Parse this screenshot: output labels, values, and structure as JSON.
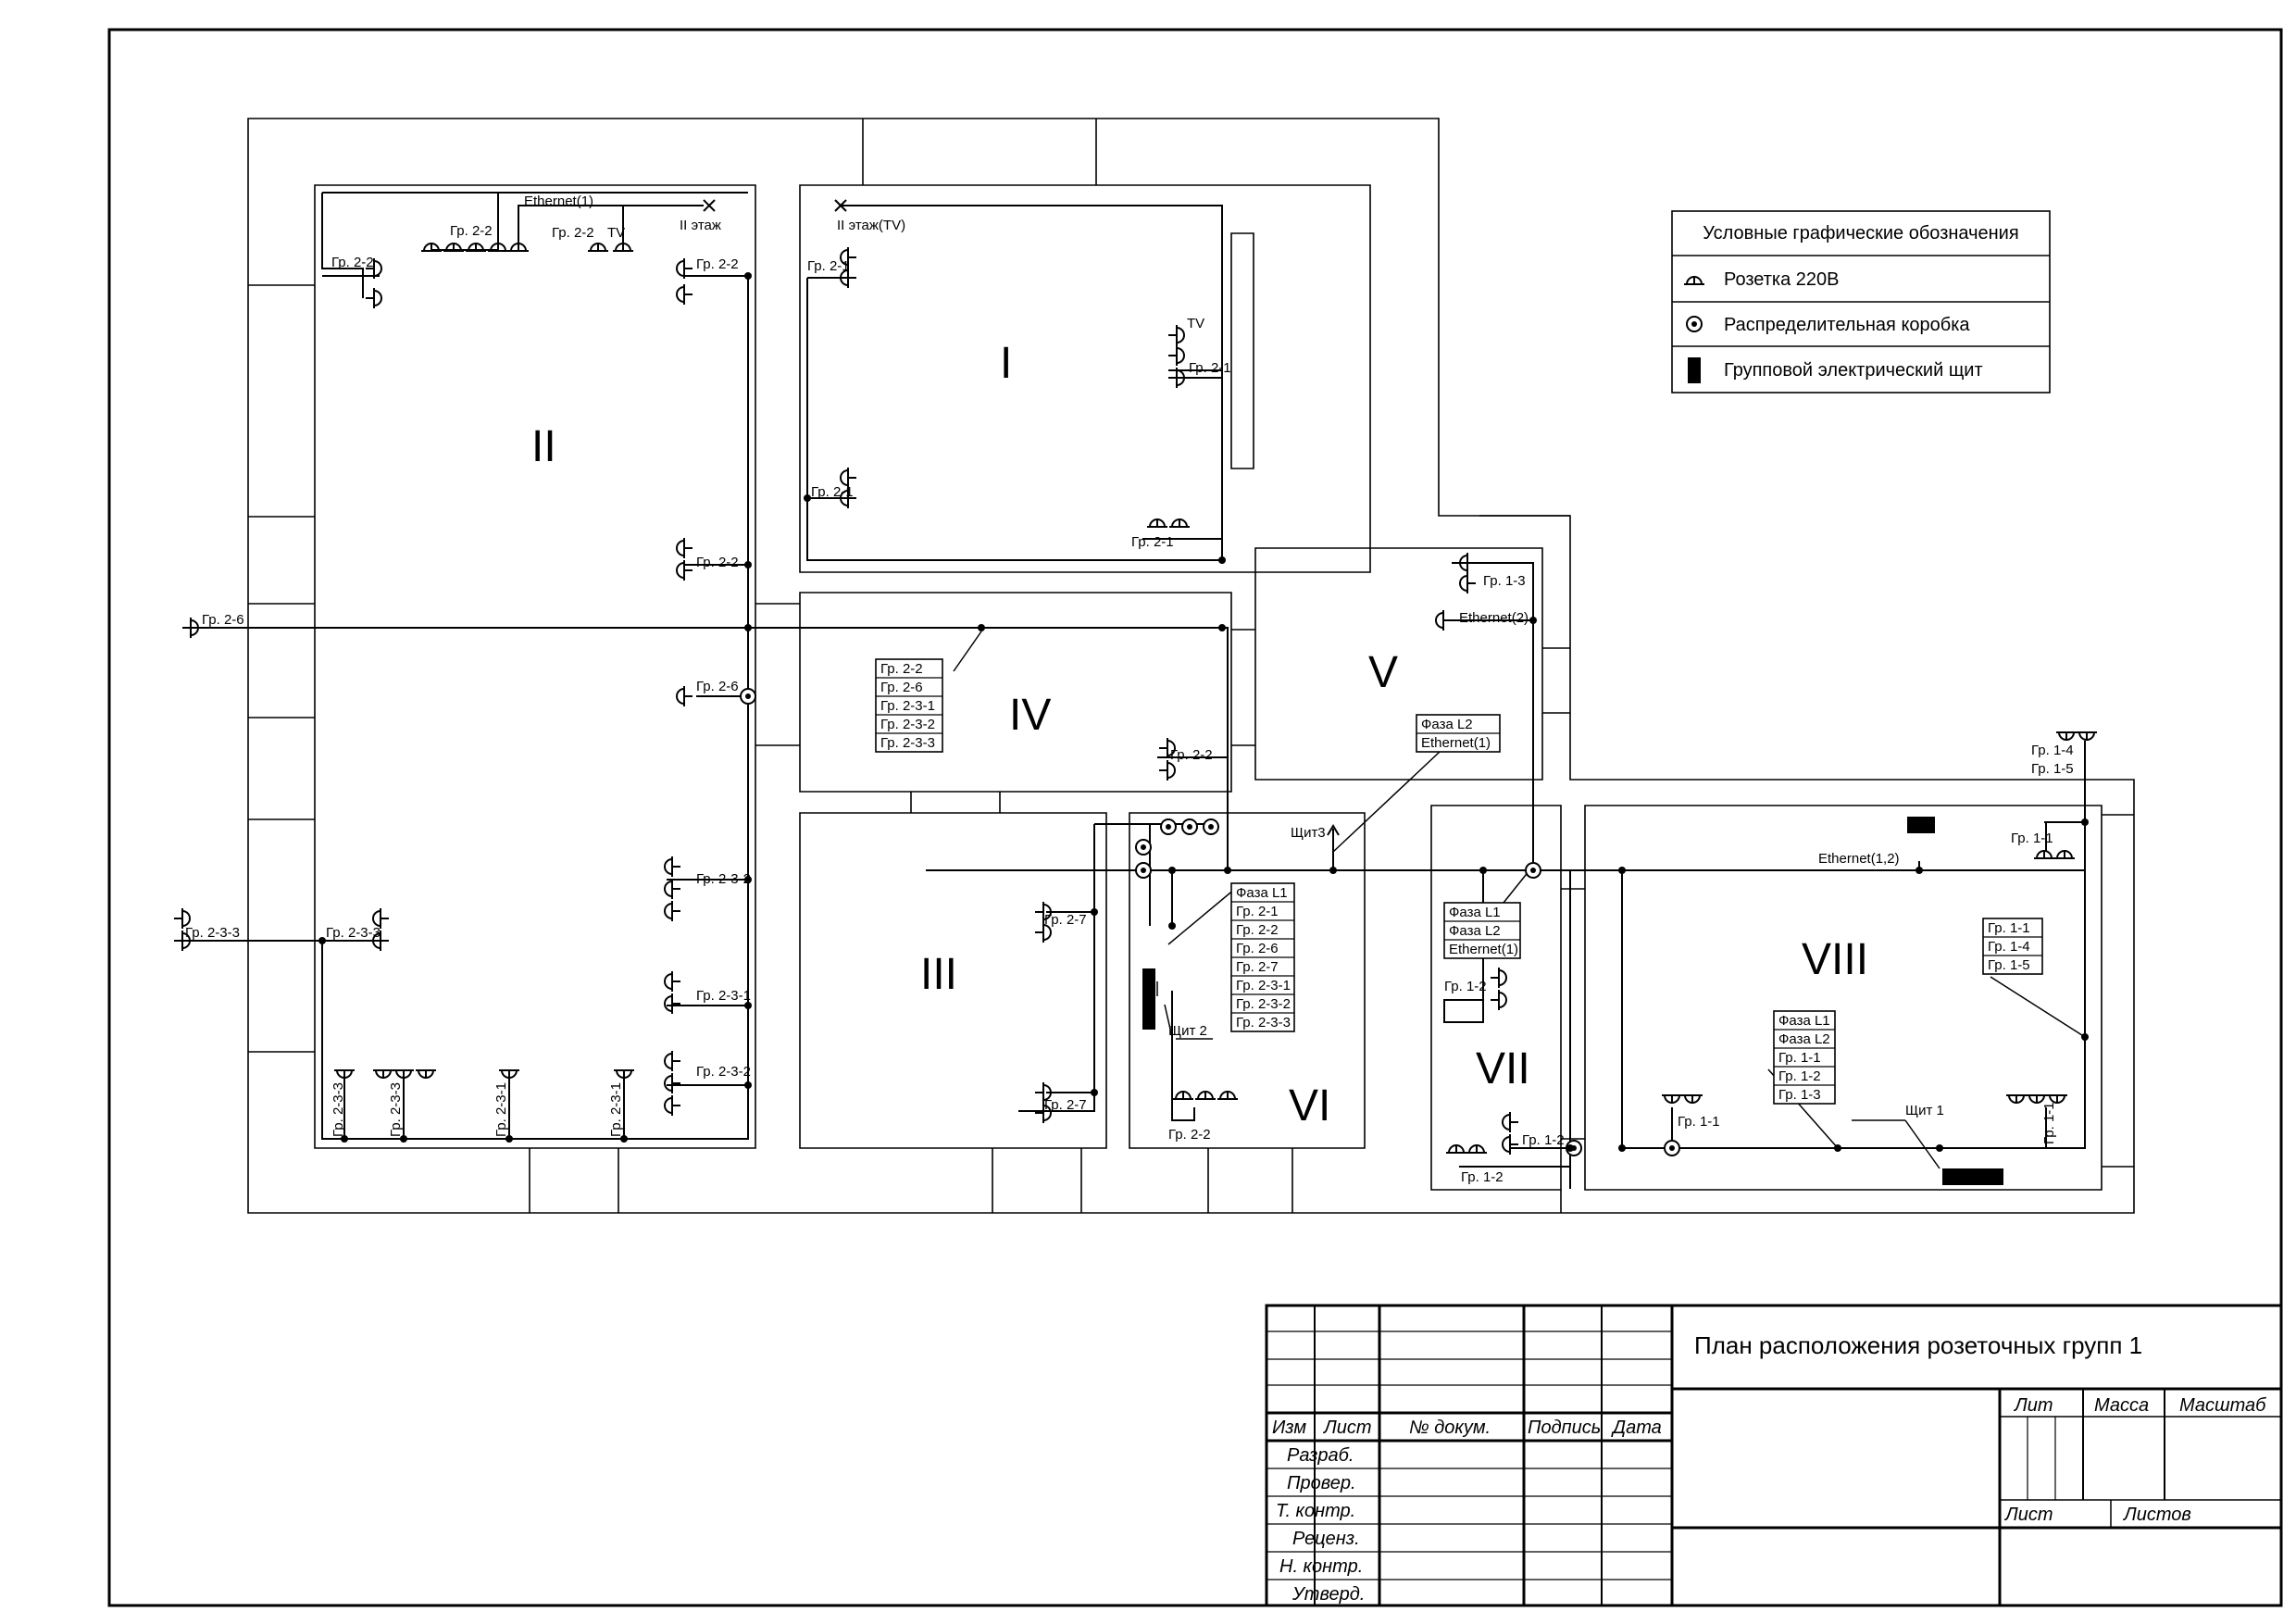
{
  "rooms": {
    "I": "I",
    "II": "II",
    "III": "III",
    "IV": "IV",
    "V": "V",
    "VI": "VI",
    "VII": "VII",
    "VIII": "VIII"
  },
  "legend": {
    "title": "Условные графические обозначения",
    "socket": "Розетка 220В",
    "junction_box": "Распределительная коробка",
    "panel": "Групповой электрический щит"
  },
  "labels": {
    "gr_2_1": "Гр. 2-1",
    "gr_2_2": "Гр. 2-2",
    "gr_2_6": "Гр. 2-6",
    "gr_2_7": "Гр. 2-7",
    "gr_2_3_1": "Гр. 2-3-1",
    "gr_2_3_2": "Гр. 2-3-2",
    "gr_2_3_3": "Гр. 2-3-3",
    "gr_1_1": "Гр. 1-1",
    "gr_1_2": "Гр. 1-2",
    "gr_1_3": "Гр. 1-3",
    "gr_1_4": "Гр. 1-4",
    "gr_1_5": "Гр. 1-5",
    "ethernet_1": "Ethernet(1)",
    "ethernet_2": "Ethernet(2)",
    "ethernet_1_2": "Ethernet(1,2)",
    "tv": "TV",
    "floor2": "II этаж",
    "floor2_tv": "II этаж(TV)",
    "faza_l1": "Фаза L1",
    "faza_l2": "Фаза L2",
    "panel_2": "Щит 2",
    "panel_1": "Щит 1",
    "panel_3": "Щит3"
  },
  "tags": {
    "iv": [
      "Гр. 2-2",
      "Гр. 2-6",
      "Гр. 2-3-1",
      "Гр. 2-3-2",
      "Гр. 2-3-3"
    ],
    "v": [
      "Фаза L2",
      "Ethernet(1)"
    ],
    "vi": [
      "Фаза L1",
      "Гр. 2-1",
      "Гр. 2-2",
      "Гр. 2-6",
      "Гр. 2-7",
      "Гр. 2-3-1",
      "Гр. 2-3-2",
      "Гр. 2-3-3"
    ],
    "vii": [
      "Фаза L1",
      "Фаза L2",
      "Ethernet(1)"
    ],
    "viii_a": [
      "Фаза L1",
      "Фаза L2",
      "Гр. 1-1",
      "Гр. 1-2",
      "Гр. 1-3"
    ],
    "viii_b": [
      "Гр. 1-1",
      "Гр. 1-4",
      "Гр. 1-5"
    ]
  },
  "title_block": {
    "title": "План расположения розеточных групп 1",
    "columns": {
      "izm": "Изм",
      "list": "Лист",
      "doc": "№ докум.",
      "sign": "Подпись",
      "date": "Дата"
    },
    "rows": [
      "Разраб.",
      "Провер.",
      "Т. контр.",
      "Реценз.",
      "Н. контр.",
      "Утверд."
    ],
    "lit": "Лит",
    "mass": "Масса",
    "scale": "Масштаб",
    "sheet": "Лист",
    "sheets": "Листов"
  }
}
